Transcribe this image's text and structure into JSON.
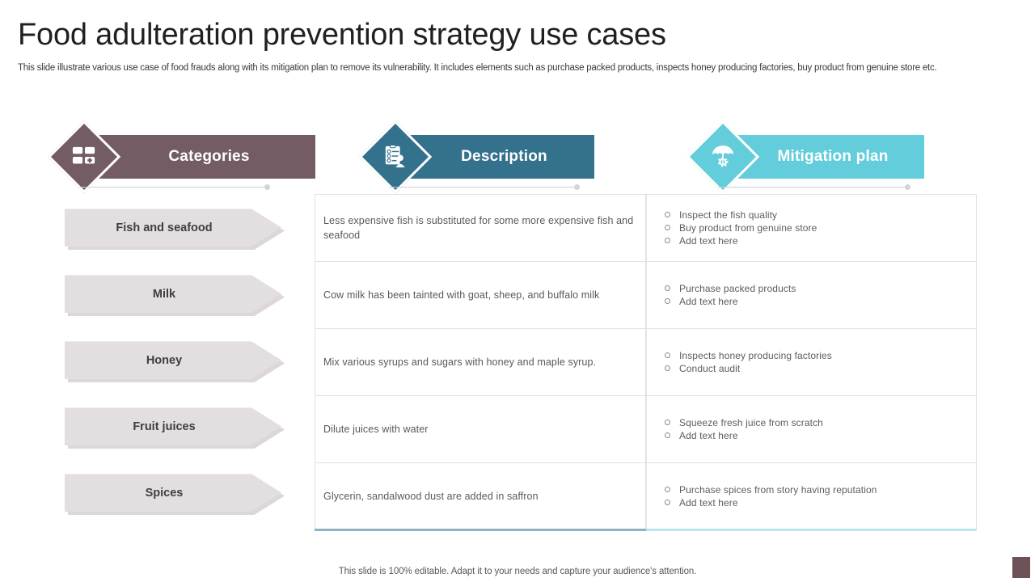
{
  "slide": {
    "title": "Food adulteration prevention strategy use cases",
    "subtitle": "This slide illustrate various use case of food frauds along with its mitigation plan to remove its vulnerability. It includes elements such as purchase packed products, inspects honey producing factories, buy product from genuine store etc.",
    "footer_note": "This slide is 100% editable. Adapt it to your needs and capture your audience's attention."
  },
  "colors": {
    "categories_accent": "#735c63",
    "description_accent": "#33718c",
    "mitigation_accent": "#63cddb",
    "chevron_fill": "#e3dee0",
    "chevron_shadow": "#dcd7d9",
    "corner_mark": "#6d5357",
    "title_text": "#231f20",
    "body_text": "#595959"
  },
  "headers": [
    {
      "id": "categories",
      "label": "Categories",
      "icon": "grid-plus-icon"
    },
    {
      "id": "description",
      "label": "Description",
      "icon": "clipboard-checklist-person-icon"
    },
    {
      "id": "mitigation",
      "label": "Mitigation plan",
      "icon": "umbrella-gear-icon"
    }
  ],
  "categories": [
    {
      "label": "Fish and seafood"
    },
    {
      "label": "Milk"
    },
    {
      "label": "Honey"
    },
    {
      "label": "Fruit juices"
    },
    {
      "label": "Spices"
    }
  ],
  "rows": [
    {
      "description": "Less expensive fish is substituted for some more expensive fish and seafood",
      "mitigation": [
        "Inspect the fish quality",
        "Buy product from genuine store",
        "Add text here"
      ]
    },
    {
      "description": "Cow milk has been tainted with goat, sheep, and buffalo milk",
      "mitigation": [
        "Purchase packed products",
        "Add text here"
      ]
    },
    {
      "description": "Mix various syrups and sugars with honey and maple syrup.",
      "mitigation": [
        "Inspects honey producing factories",
        "Conduct audit"
      ]
    },
    {
      "description": "Dilute juices with water",
      "mitigation": [
        "Squeeze fresh juice from scratch",
        "Add text here"
      ]
    },
    {
      "description": "Glycerin, sandalwood dust are added in saffron",
      "mitigation": [
        "Purchase spices from story having reputation",
        "Add text here"
      ]
    }
  ]
}
